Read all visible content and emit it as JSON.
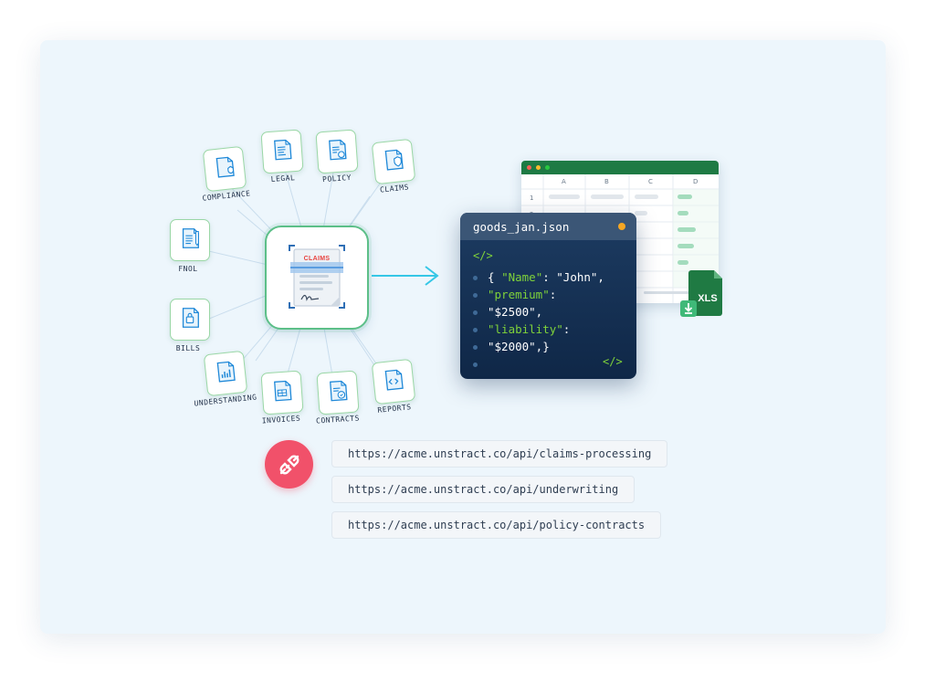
{
  "doc_types": [
    {
      "label": "COMPLIANCE",
      "icon": "compliance-doc-icon"
    },
    {
      "label": "LEGAL",
      "icon": "legal-doc-icon"
    },
    {
      "label": "POLICY",
      "icon": "policy-doc-icon"
    },
    {
      "label": "CLAIMS",
      "icon": "claims-shield-doc-icon"
    },
    {
      "label": "FNOL",
      "icon": "fnol-doc-icon"
    },
    {
      "label": "BILLS",
      "icon": "bills-doc-icon"
    },
    {
      "label": "UNDERSTANDING",
      "icon": "understanding-chart-doc-icon"
    },
    {
      "label": "INVOICES",
      "icon": "invoices-doc-icon"
    },
    {
      "label": "CONTRACTS",
      "icon": "contracts-doc-icon"
    },
    {
      "label": "REPORTS",
      "icon": "reports-code-doc-icon"
    }
  ],
  "center_document": {
    "label": "CLAIMS",
    "icon": "scanned-claim-document-icon"
  },
  "json_card": {
    "filename": "goods_jan.json",
    "open_tag": "</>",
    "close_tag": "</>",
    "lines": [
      [
        {
          "t": "{ ",
          "c": "w"
        },
        {
          "t": "\"Name\"",
          "c": "g"
        },
        {
          "t": ": \"John\",",
          "c": "w"
        }
      ],
      [
        {
          "t": "\"premium\"",
          "c": "g"
        },
        {
          "t": ":",
          "c": "w"
        }
      ],
      [
        {
          "t": "\"$2500\",",
          "c": "w"
        }
      ],
      [
        {
          "t": "\"liability\"",
          "c": "g"
        },
        {
          "t": ":",
          "c": "w"
        }
      ],
      [
        {
          "t": "\"$2000\",}",
          "c": "w"
        }
      ]
    ]
  },
  "spreadsheet": {
    "columns": [
      "A",
      "B",
      "C",
      "D"
    ],
    "row_numbers": [
      "1",
      "2"
    ]
  },
  "xls_badge": {
    "label": "XLS",
    "icon": "excel-download-icon"
  },
  "api": {
    "icon": "plug-connector-icon",
    "urls": [
      "https://acme.unstract.co/api/claims-processing",
      "https://acme.unstract.co/api/underwriting",
      "https://acme.unstract.co/api/policy-contracts"
    ]
  },
  "colors": {
    "background": "#edf6fc",
    "tile_border": "#9ad7a6",
    "icon_blue": "#1e88d8",
    "accent_cyan": "#35c7e6",
    "code_green": "#7fd23a",
    "sheet_green": "#1e7a44",
    "plug_red": "#f1516a",
    "claims_red": "#e8423e"
  }
}
